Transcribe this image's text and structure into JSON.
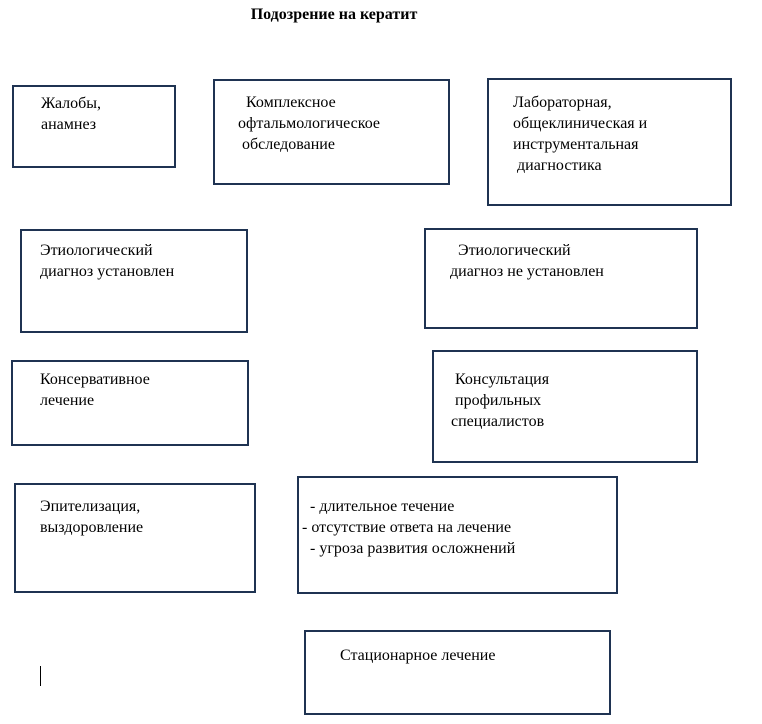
{
  "title": "Подозрение на кератит",
  "boxes": {
    "complaints": "Жалобы,\nанамнез",
    "exam": "  Комплексное\nофтальмологическое\n обследование",
    "lab": "Лабораторная,\nобщеклиническая и\nинструментальная\n диагностика",
    "etiology_yes": "Этиологический\nдиагноз установлен",
    "etiology_no": "  Этиологический\nдиагноз не установлен",
    "conservative": "Консервативное\nлечение",
    "consult": " Консультация\n профильных\nспециалистов",
    "epithelization": "Эпителизация,\nвыздоровление",
    "criteria": "  - длительное течение\n- отсутствие ответа на лечение\n  - угроза развития осложнений",
    "inpatient": "Стационарное лечение"
  }
}
